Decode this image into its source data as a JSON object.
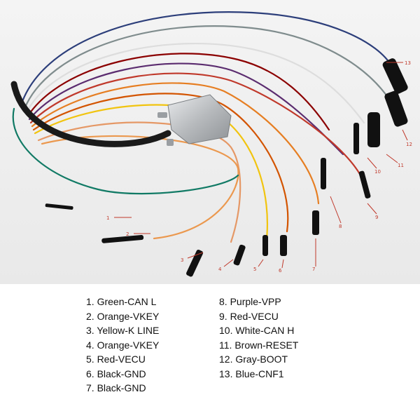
{
  "callouts": [
    "1",
    "2",
    "3",
    "4",
    "5",
    "6",
    "7",
    "8",
    "9",
    "10",
    "11",
    "12",
    "13"
  ],
  "legend": {
    "left": [
      "1. Green-CAN L",
      "2. Orange-VKEY",
      "3. Yellow-K LINE",
      "4. Orange-VKEY",
      "5. Red-VECU",
      "6. Black-GND",
      "7. Black-GND"
    ],
    "right": [
      "8. Purple-VPP",
      "9. Red-VECU",
      "10. White-CAN H",
      "11. Brown-RESET",
      "12. Gray-BOOT",
      "13. Blue-CNF1"
    ]
  },
  "colors": {
    "background": "#ffffff",
    "callout": "#c0392b",
    "sleeve": "#1a1a1a",
    "connector": "#b9bcc0"
  }
}
